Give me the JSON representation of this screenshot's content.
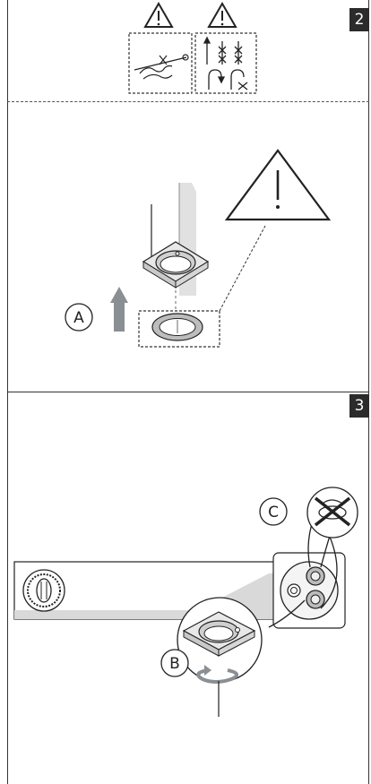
{
  "steps": [
    {
      "number": "2",
      "callouts": [
        "A"
      ]
    },
    {
      "number": "3",
      "callouts": [
        "C",
        "B"
      ]
    }
  ],
  "icons": [
    "warning-triangle-icon",
    "hand-tightening-icon",
    "hose-bending-icon",
    "arrow-up-icon",
    "rotate-icon",
    "no-twist-icon"
  ],
  "colors": {
    "line": "#333333",
    "gray_fill": "#d6d6d6",
    "arrow": "#8a8f94",
    "badge": "#2b2b2b"
  }
}
